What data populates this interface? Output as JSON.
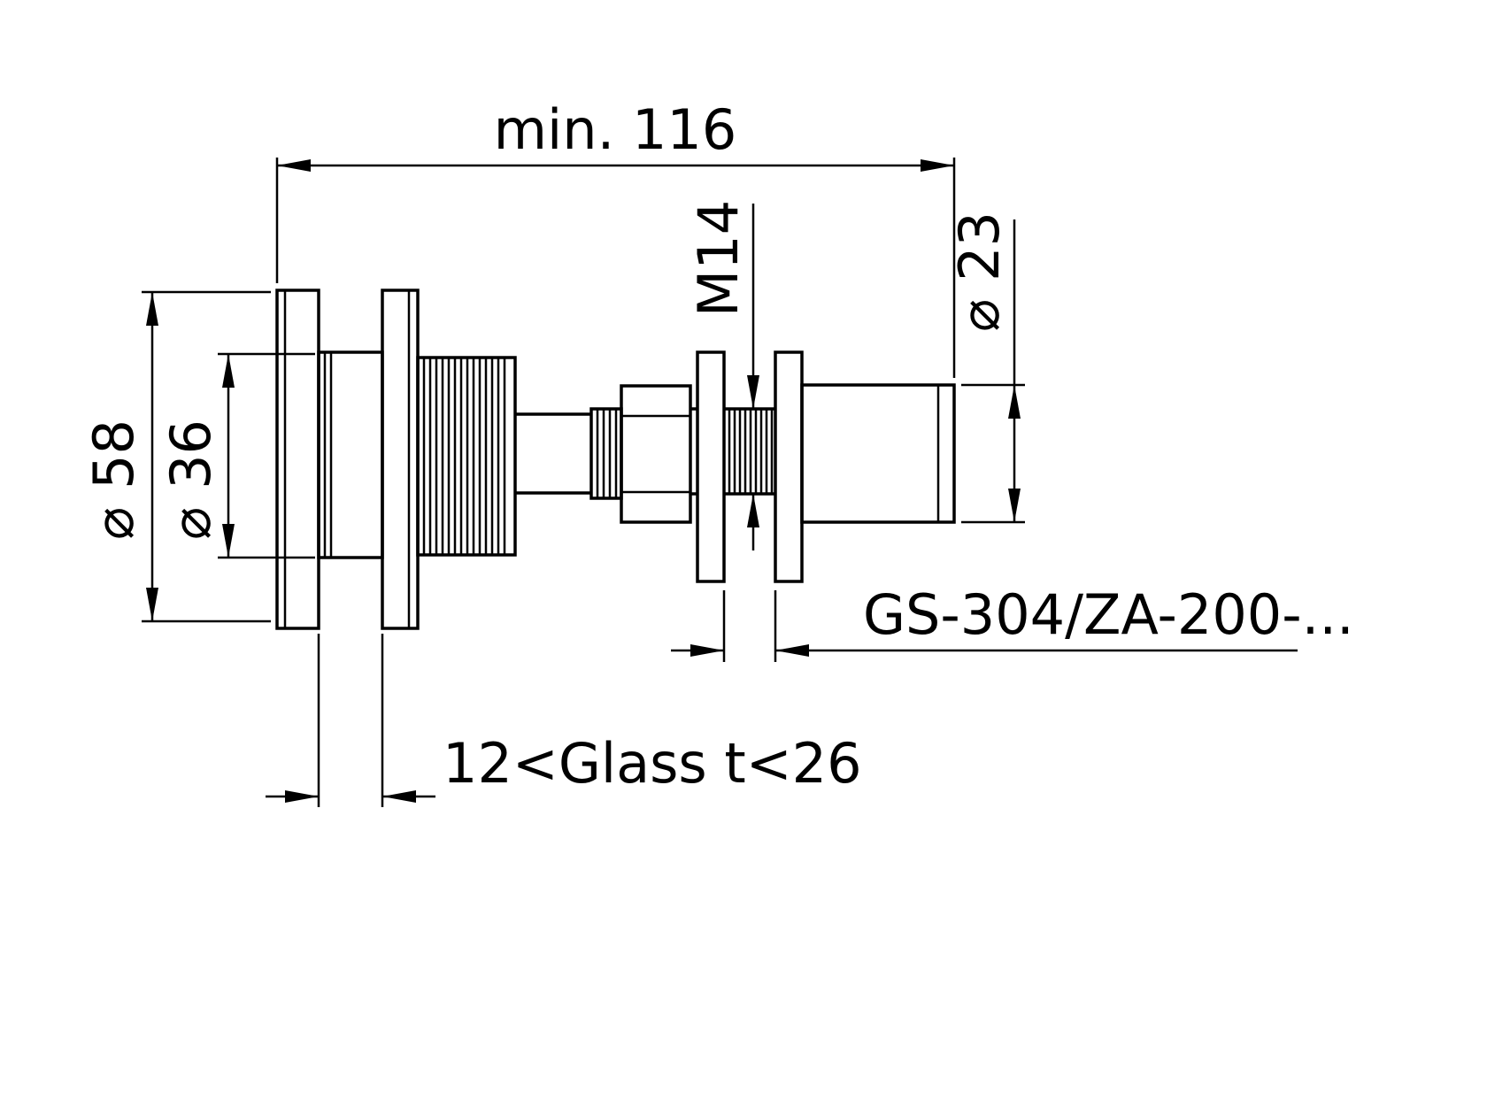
{
  "drawing": {
    "type": "technical-dimension-drawing",
    "subject": "glass point fitting with adapter",
    "colors": {
      "line": "#000000",
      "background": "#ffffff"
    },
    "dimensions": {
      "overall_length": {
        "label": "min. 116"
      },
      "thread": {
        "label": "M14"
      },
      "end_diameter": {
        "label": "⌀ 23"
      },
      "flange_diameter": {
        "label": "⌀ 58"
      },
      "bush_diameter": {
        "label": "⌀ 36"
      },
      "glass_thickness": {
        "label": "12<Glass t<26"
      },
      "product_code": {
        "label": "GS-304/ZA-200-..."
      }
    }
  }
}
